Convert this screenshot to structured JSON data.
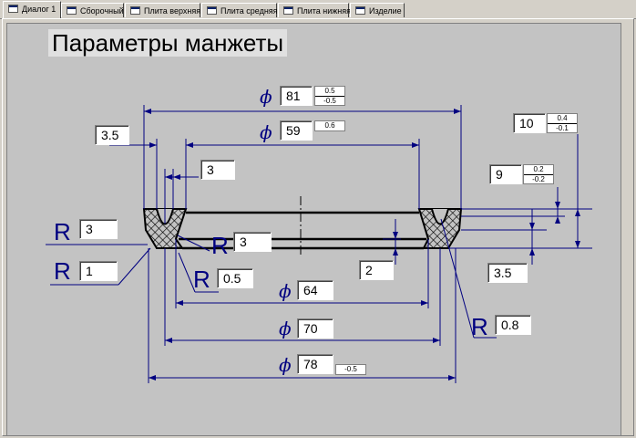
{
  "tabs": [
    {
      "label": "Диалог 1",
      "active": true
    },
    {
      "label": "Сборочный",
      "active": false
    },
    {
      "label": "Плита верхняя",
      "active": false
    },
    {
      "label": "Плита средняя",
      "active": false
    },
    {
      "label": "Плита нижняя",
      "active": false
    },
    {
      "label": "Изделие",
      "active": false
    }
  ],
  "title": "Параметры манжеты",
  "symbols": {
    "diameter": "ϕ",
    "radius": "R"
  },
  "dims": {
    "d81": {
      "value": "81",
      "tol_up": "0.5",
      "tol_down": "-0.5"
    },
    "d59": {
      "value": "59",
      "tol_up": "0.6"
    },
    "w35": {
      "value": "3.5"
    },
    "w3": {
      "value": "3"
    },
    "h10": {
      "value": "10",
      "tol_up": "0.4",
      "tol_down": "-0.1"
    },
    "h9": {
      "value": "9",
      "tol_up": "0.2",
      "tol_down": "-0.2"
    },
    "r3a": {
      "value": "3"
    },
    "r3b": {
      "value": "3"
    },
    "r1": {
      "value": "1"
    },
    "r05": {
      "value": "0.5"
    },
    "d64": {
      "value": "64"
    },
    "h2": {
      "value": "2"
    },
    "h35": {
      "value": "3.5"
    },
    "d70": {
      "value": "70"
    },
    "r08": {
      "value": "0.8"
    },
    "d78": {
      "value": "78",
      "tol": "-0.5"
    }
  },
  "colors": {
    "dim_line": "#000080",
    "background": "#c3c3c3",
    "hatch": "#000000"
  }
}
